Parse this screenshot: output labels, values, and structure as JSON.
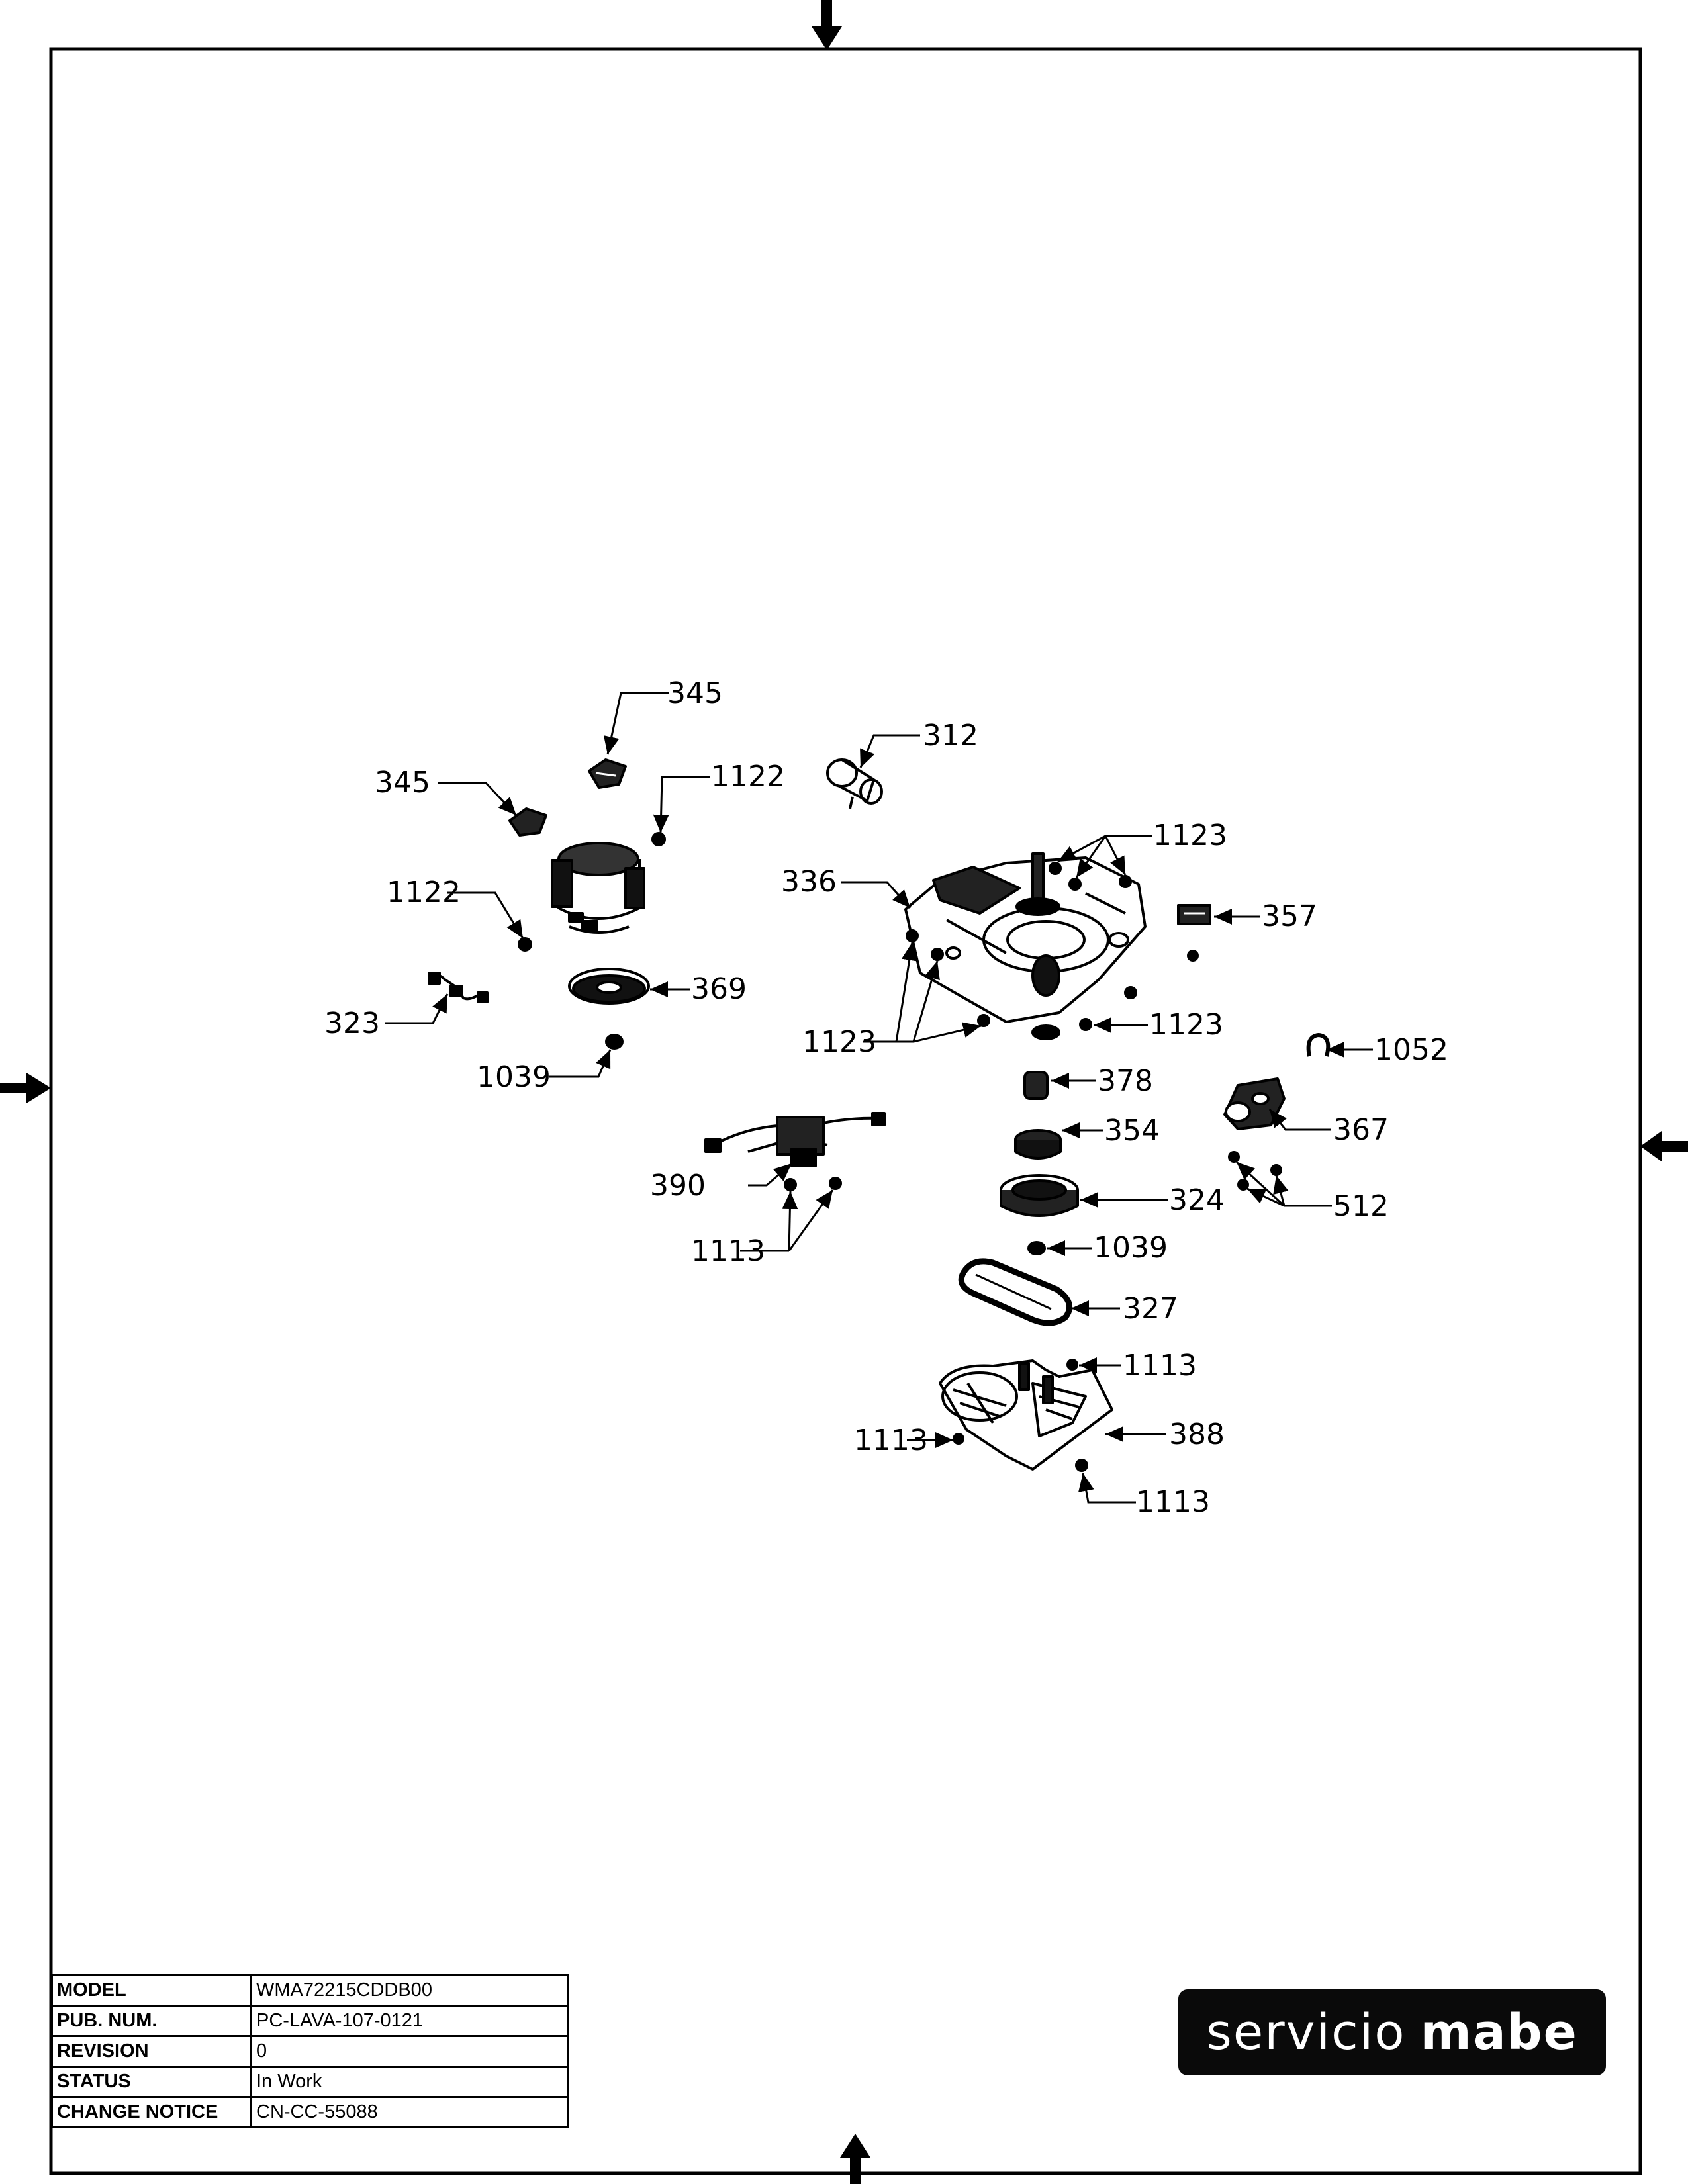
{
  "callouts": {
    "c345a": "345",
    "c345b": "345",
    "c1122a": "1122",
    "c1122b": "1122",
    "c312": "312",
    "c1123a": "1123",
    "c336": "336",
    "c357": "357",
    "c369": "369",
    "c323": "323",
    "c1123b": "1123",
    "c1123c": "1123",
    "c1039a": "1039",
    "c1052": "1052",
    "c378": "378",
    "c354": "354",
    "c367": "367",
    "c390": "390",
    "c324": "324",
    "c512": "512",
    "c1113a": "1113",
    "c1039b": "1039",
    "c327": "327",
    "c1113b": "1113",
    "c388": "388",
    "c1113c": "1113",
    "c1113d": "1113"
  },
  "title_block": {
    "rows": [
      {
        "label": "MODEL",
        "value": "WMA72215CDDB00"
      },
      {
        "label": "PUB. NUM.",
        "value": "PC-LAVA-107-0121"
      },
      {
        "label": "REVISION",
        "value": "0"
      },
      {
        "label": "STATUS",
        "value": "In Work"
      },
      {
        "label": "CHANGE NOTICE",
        "value": "CN-CC-55088"
      }
    ]
  },
  "brand": {
    "word1": "servicio",
    "word2": "mabe"
  }
}
